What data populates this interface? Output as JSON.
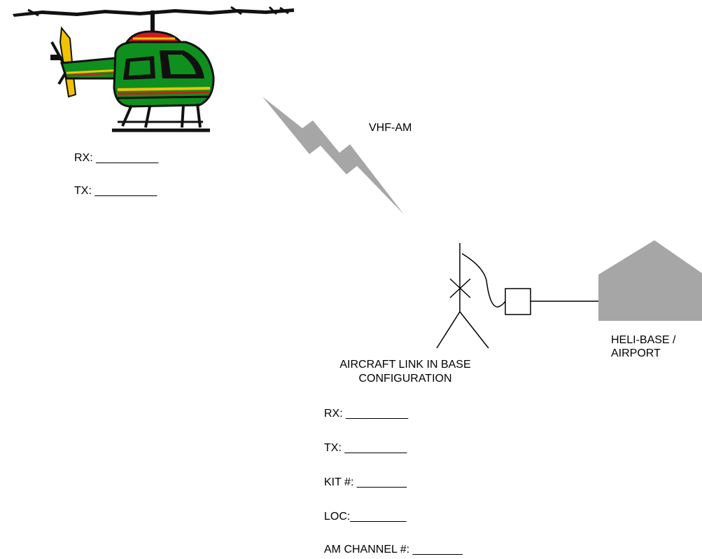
{
  "colors": {
    "lightning": "#a6a6a6",
    "building": "#a6a6a6",
    "line": "#000000",
    "heli_body": "#0f8f1e",
    "heli_cabin_top": "#d11a1a",
    "heli_accent": "#f2c200",
    "heli_dark": "#111111"
  },
  "icons": {
    "helicopter": "helicopter-icon",
    "lightning": "lightning-bolt-icon",
    "antenna": "antenna-icon",
    "radio_box": "radio-box-icon",
    "building": "building-icon"
  },
  "link_label": "VHF-AM",
  "aircraft": {
    "rx": "RX: __________",
    "tx": "TX: __________"
  },
  "base_station": {
    "caption_line1": "AIRCRAFT LINK IN BASE",
    "caption_line2": "CONFIGURATION",
    "rx": "RX: __________",
    "tx": "TX: __________",
    "kit": "KIT #: ________",
    "loc": "LOC:_________",
    "am_channel": "AM CHANNEL #: ________"
  },
  "heli_base": {
    "line1": "HELI-BASE /",
    "line2": "AIRPORT"
  }
}
